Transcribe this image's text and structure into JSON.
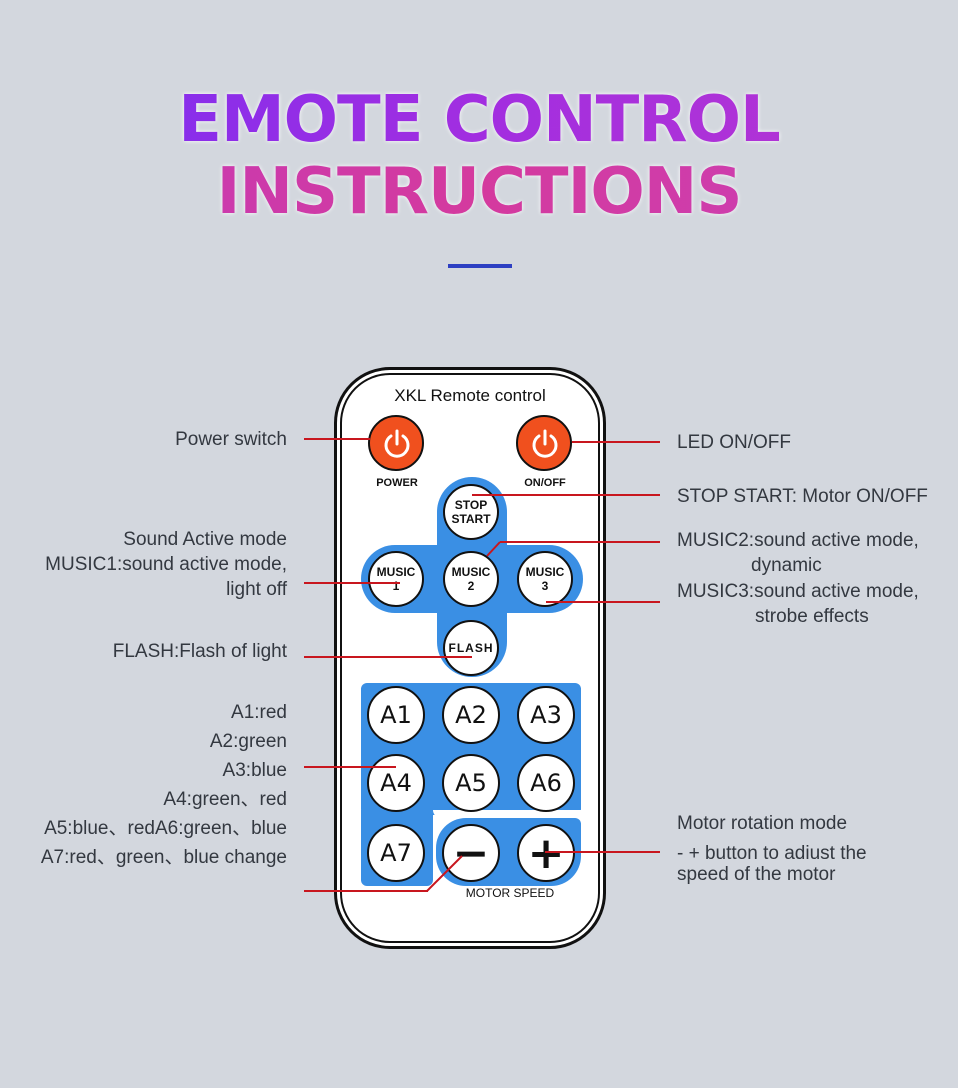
{
  "title_line1": "EMOTE CONTROL",
  "title_line2": "INSTRUCTIONS",
  "remote": {
    "title": "XKL Remote control",
    "power_label": "POWER",
    "onoff_label": "ON/OFF",
    "stop_start": "STOP\nSTART",
    "music1": "MUSIC\n1",
    "music2": "MUSIC\n2",
    "music3": "MUSIC\n3",
    "flash": "FLASH",
    "a_buttons": [
      "A1",
      "A2",
      "A3",
      "A4",
      "A5",
      "A6",
      "A7"
    ],
    "minus": "−",
    "plus": "+",
    "motor_speed": "MOTOR SPEED"
  },
  "labels": {
    "power_switch": "Power switch",
    "led_onoff": "LED ON/OFF",
    "stop_start": "STOP START: Motor ON/OFF",
    "sound_active": "Sound Active mode",
    "music1_a": "MUSIC1:sound active mode,",
    "music1_b": "light off",
    "music2_a": "MUSIC2:sound active mode,",
    "music2_b": "dynamic",
    "music3_a": "MUSIC3:sound active mode,",
    "music3_b": "strobe effects",
    "flash": "FLASH:Flash of light",
    "a1": "A1:red",
    "a2": "A2:green",
    "a3": "A3:blue",
    "a4": "A4:green、red",
    "a5a6": "A5:blue、redA6:green、blue",
    "a7": "A7:red、green、blue change",
    "motor_title": "Motor rotation mode",
    "motor_desc1": "- + button to adiust the",
    "motor_desc2": "speed of the motor"
  },
  "colors": {
    "accent_blue": "#3a8fe4",
    "power_red": "#f0501e",
    "pointer_line": "#c8161e",
    "divider": "#2d3fc2"
  }
}
